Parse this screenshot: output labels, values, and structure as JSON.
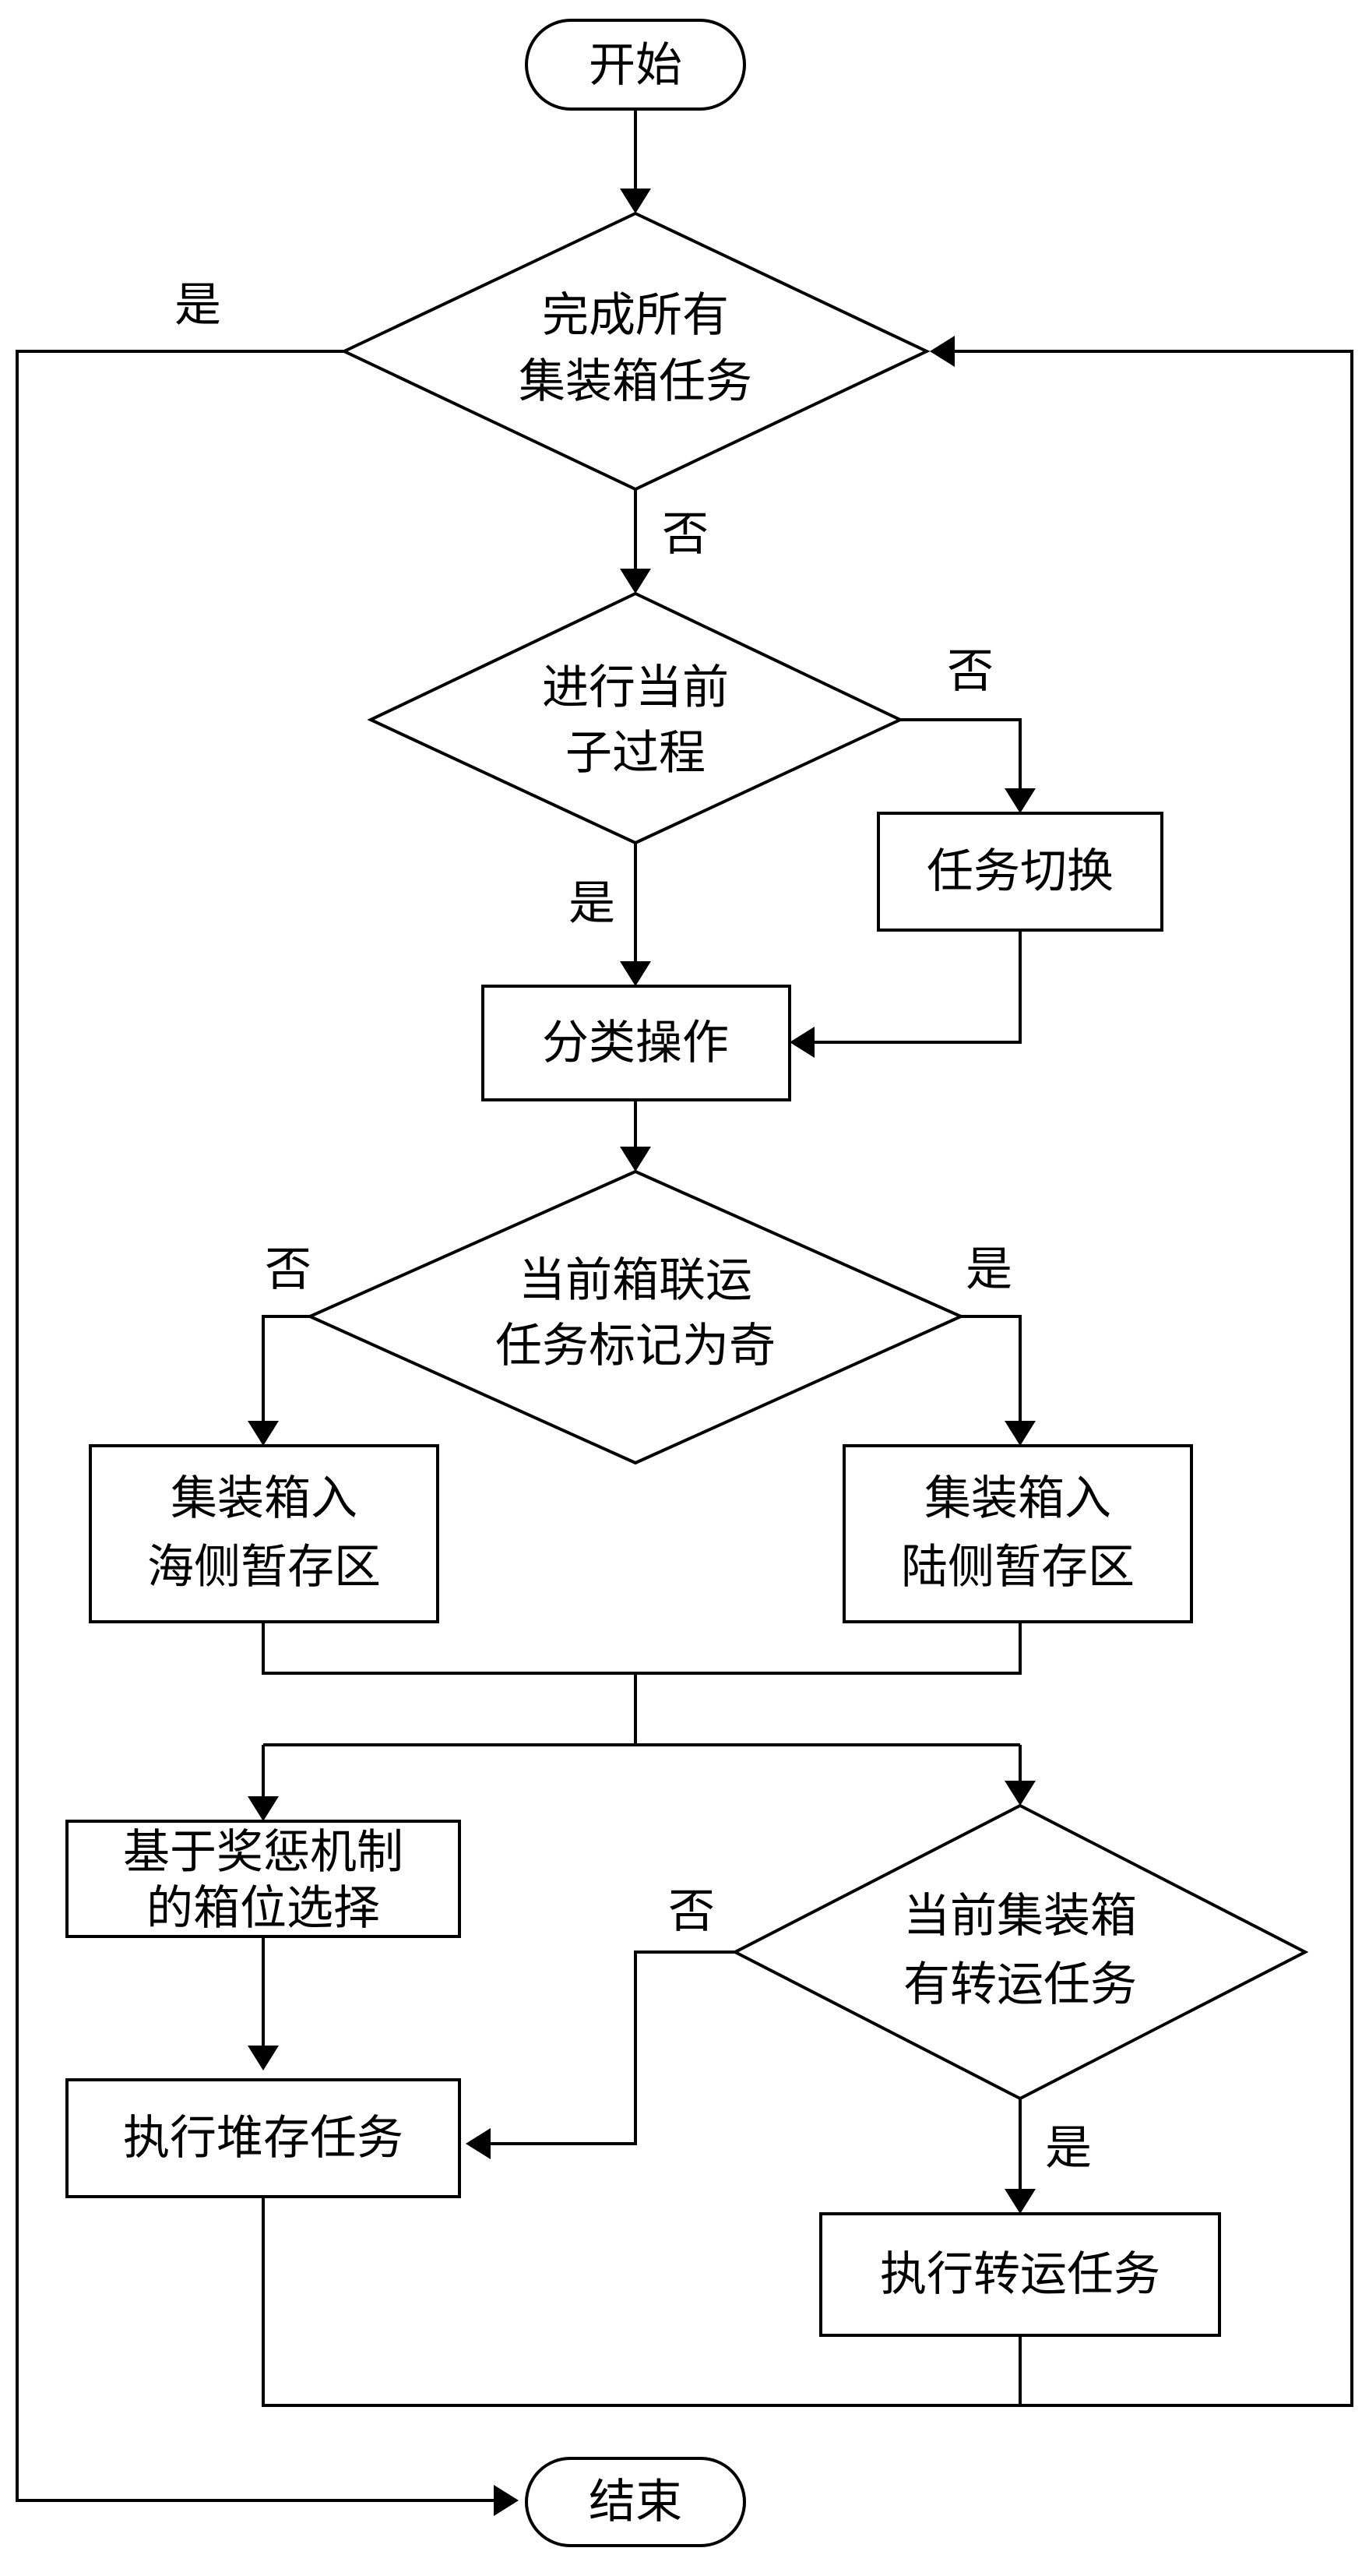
{
  "nodes": {
    "start": {
      "text": "开始"
    },
    "all_done": {
      "line1": "完成所有",
      "line2": "集装箱任务"
    },
    "subprocess": {
      "line1": "进行当前",
      "line2": "子过程"
    },
    "task_switch": {
      "text": "任务切换"
    },
    "classify": {
      "text": "分类操作"
    },
    "odd_mark": {
      "line1": "当前箱联运",
      "line2": "任务标记为奇"
    },
    "sea_buffer": {
      "line1": "集装箱入",
      "line2": "海侧暂存区"
    },
    "land_buffer": {
      "line1": "集装箱入",
      "line2": "陆侧暂存区"
    },
    "slot_select": {
      "line1": "基于奖惩机制",
      "line2": "的箱位选择"
    },
    "has_transfer": {
      "line1": "当前集装箱",
      "line2": "有转运任务"
    },
    "stack_task": {
      "text": "执行堆存任务"
    },
    "transfer_task": {
      "text": "执行转运任务"
    },
    "end": {
      "text": "结束"
    }
  },
  "edge_labels": {
    "all_done_yes": "是",
    "all_done_no": "否",
    "subprocess_no": "否",
    "subprocess_yes": "是",
    "odd_mark_no": "否",
    "odd_mark_yes": "是",
    "has_transfer_no": "否",
    "has_transfer_yes": "是"
  },
  "colors": {
    "stroke": "#000000",
    "fill": "#ffffff",
    "text": "#000000"
  }
}
